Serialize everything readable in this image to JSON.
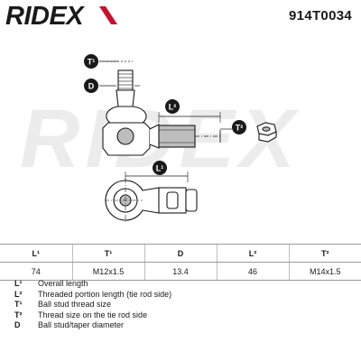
{
  "header": {
    "brand": "RIDEX",
    "part_number": "914T0034"
  },
  "drawing": {
    "watermark": "RIDEX",
    "callouts": {
      "t1": "T¹",
      "d": "D",
      "l2": "L²",
      "t2": "T²",
      "l1": "L¹"
    }
  },
  "table": {
    "headers": [
      "L¹",
      "T¹",
      "D",
      "L²",
      "T²"
    ],
    "values": [
      "74",
      "M12x1.5",
      "13.4",
      "46",
      "M14x1.5"
    ]
  },
  "legend": [
    {
      "key": "L¹",
      "text": "Overall length"
    },
    {
      "key": "L²",
      "text": "Threaded portion length (tie rod side)"
    },
    {
      "key": "T¹",
      "text": "Ball stud thread size"
    },
    {
      "key": "T²",
      "text": "Thread size on the tie rod side"
    },
    {
      "key": "D",
      "text": "Ball stud/taper diameter"
    }
  ],
  "colors": {
    "brand_red": "#c8102e",
    "ink": "#1a1a1a",
    "watermark": "#ececec",
    "fill_gray": "#bdbdbd"
  }
}
